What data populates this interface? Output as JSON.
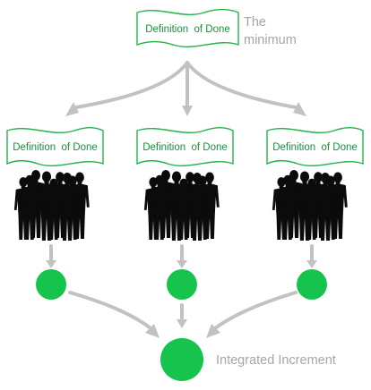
{
  "top": {
    "banner_label": "Definition  of Done",
    "note_line1": "The",
    "note_line2": "minimum"
  },
  "teams": [
    {
      "banner_label": "Definition  of Done"
    },
    {
      "banner_label": "Definition  of Done"
    },
    {
      "banner_label": "Definition  of Done"
    }
  ],
  "result": {
    "label": "Integrated Increment"
  },
  "colors": {
    "banner_stroke": "#22b44a",
    "banner_text": "#1a8f3c",
    "dot": "#16c34c",
    "arrow": "#c2c2c2",
    "note_text": "#a6a6a6",
    "people": "#0b0b0b"
  },
  "icons": [
    "people-group-icon",
    "wavy-banner-icon"
  ]
}
